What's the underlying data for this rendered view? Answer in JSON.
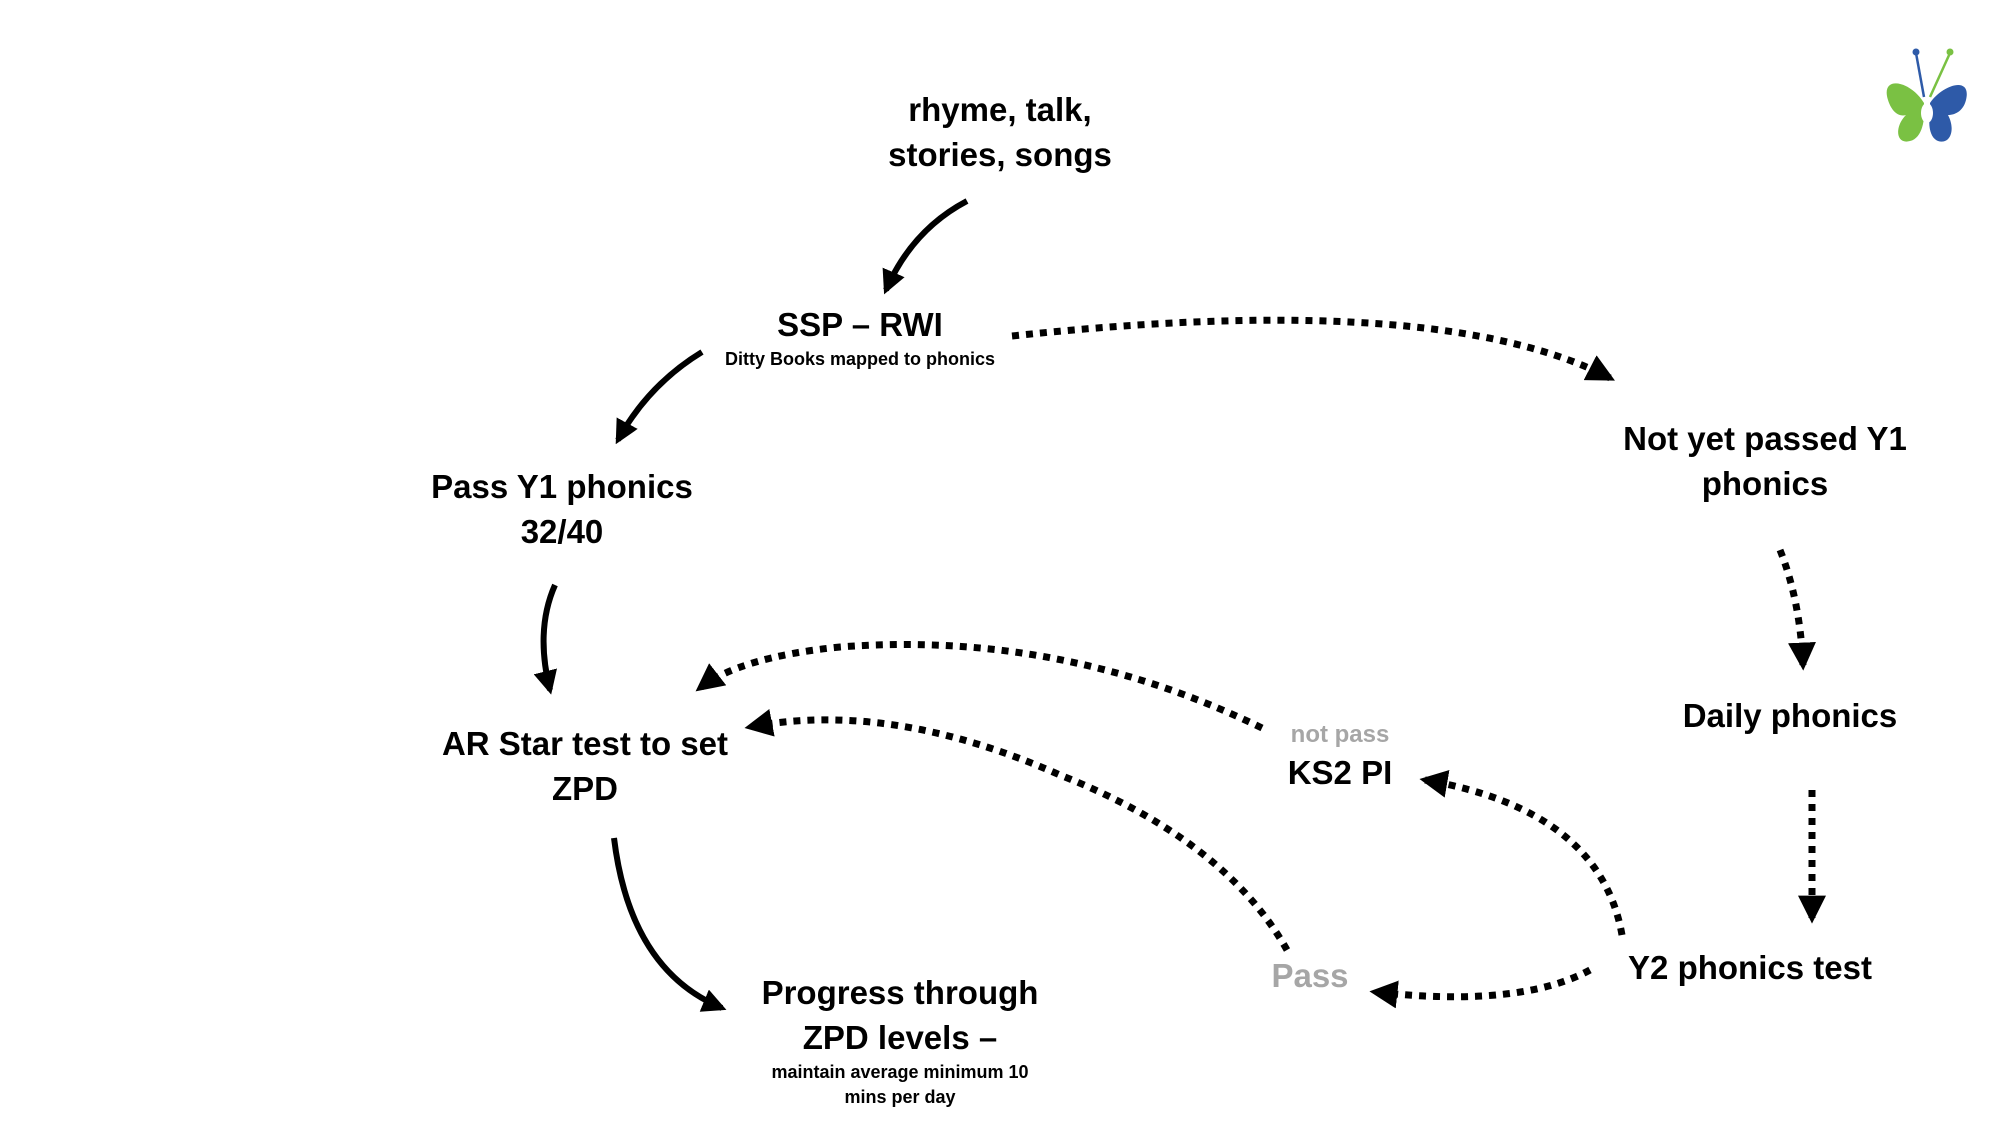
{
  "nodes": {
    "start": {
      "line1": "rhyme, talk,",
      "line2": "stories, songs"
    },
    "ssp": {
      "title": "SSP – RWI",
      "subtitle": "Ditty Books mapped to phonics"
    },
    "pass_y1": {
      "line1": "Pass Y1 phonics",
      "line2": "32/40"
    },
    "not_passed_y1": {
      "line1": "Not yet passed Y1",
      "line2": "phonics"
    },
    "ar_star": {
      "line1": "AR Star test to set",
      "line2": "ZPD"
    },
    "daily_phonics": {
      "label": "Daily phonics"
    },
    "ks2_pi": {
      "note": "not pass",
      "label": "KS2 PI"
    },
    "y2_test": {
      "label": "Y2 phonics test"
    },
    "pass": {
      "label": "Pass"
    },
    "progress": {
      "line1": "Progress through",
      "line2": "ZPD levels –",
      "note1": "maintain average minimum 10",
      "note2": "mins per day"
    }
  },
  "logo": {
    "icon": "butterfly-icon",
    "colors": {
      "wing_left": "#7ac143",
      "wing_right": "#2e5aa8"
    }
  },
  "colors": {
    "text": "#000000",
    "muted": "#a6a6a6",
    "arrow": "#000000"
  }
}
